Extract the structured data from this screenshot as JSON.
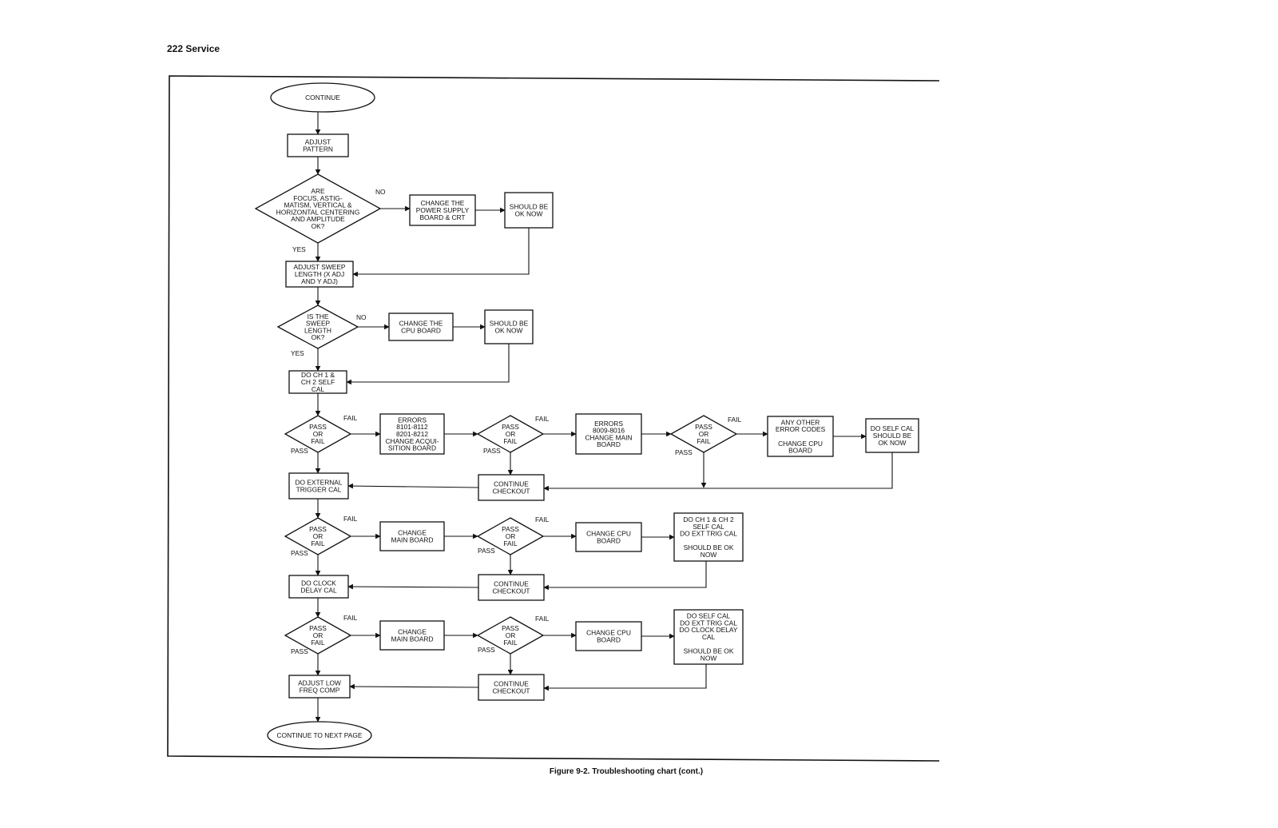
{
  "page": {
    "header": "222 Service",
    "caption": "Figure 9-2.  Troubleshooting chart (cont.)"
  },
  "diagram": {
    "nodes": [
      {
        "id": "continue",
        "shape": "ellipse",
        "lines": [
          "CONTINUE"
        ]
      },
      {
        "id": "adjust-pattern",
        "shape": "rect",
        "lines": [
          "ADJUST",
          "PATTERN"
        ]
      },
      {
        "id": "q-focus",
        "shape": "diamond",
        "lines": [
          "ARE",
          "FOCUS, ASTIG-",
          "MATISM, VERTICAL &",
          "HORIZONTAL CENTERING",
          "AND AMPLITUDE",
          "OK?"
        ]
      },
      {
        "id": "change-psu",
        "shape": "rect",
        "lines": [
          "CHANGE THE",
          "POWER SUPPLY",
          "BOARD & CRT"
        ]
      },
      {
        "id": "ok-1",
        "shape": "rect",
        "lines": [
          "SHOULD BE",
          "OK NOW"
        ]
      },
      {
        "id": "adjust-sweep",
        "shape": "rect",
        "lines": [
          "ADJUST SWEEP",
          "LENGTH (X ADJ",
          "AND Y ADJ)"
        ]
      },
      {
        "id": "q-sweep",
        "shape": "diamond",
        "lines": [
          "IS THE",
          "SWEEP",
          "LENGTH",
          "OK?"
        ]
      },
      {
        "id": "change-cpu-1",
        "shape": "rect",
        "lines": [
          "CHANGE THE",
          "CPU BOARD"
        ]
      },
      {
        "id": "ok-2",
        "shape": "rect",
        "lines": [
          "SHOULD BE",
          "OK NOW"
        ]
      },
      {
        "id": "self-cal",
        "shape": "rect",
        "lines": [
          "DO CH 1 &",
          "CH 2 SELF",
          "CAL"
        ]
      },
      {
        "id": "pf-1",
        "shape": "diamond",
        "lines": [
          "PASS",
          "OR",
          "FAIL"
        ]
      },
      {
        "id": "err-acq",
        "shape": "rect",
        "lines": [
          "ERRORS",
          "8101-8112",
          "8201-8212",
          "CHANGE ACQUI-",
          "SITION BOARD"
        ]
      },
      {
        "id": "pf-2",
        "shape": "diamond",
        "lines": [
          "PASS",
          "OR",
          "FAIL"
        ]
      },
      {
        "id": "err-main",
        "shape": "rect",
        "lines": [
          "ERRORS",
          "8009-8016",
          "CHANGE MAIN",
          "BOARD"
        ]
      },
      {
        "id": "pf-3",
        "shape": "diamond",
        "lines": [
          "PASS",
          "OR",
          "FAIL"
        ]
      },
      {
        "id": "err-other",
        "shape": "rect",
        "lines": [
          "ANY OTHER",
          "ERROR CODES",
          "",
          "CHANGE CPU",
          "BOARD"
        ]
      },
      {
        "id": "selfcal-ok",
        "shape": "rect",
        "lines": [
          "DO SELF CAL",
          "SHOULD BE",
          "OK NOW"
        ]
      },
      {
        "id": "cont-1",
        "shape": "rect",
        "lines": [
          "CONTINUE",
          "CHECKOUT"
        ]
      },
      {
        "id": "ext-trig",
        "shape": "rect",
        "lines": [
          "DO EXTERNAL",
          "TRIGGER CAL"
        ]
      },
      {
        "id": "pf-4",
        "shape": "diamond",
        "lines": [
          "PASS",
          "OR",
          "FAIL"
        ]
      },
      {
        "id": "main-1",
        "shape": "rect",
        "lines": [
          "CHANGE",
          "MAIN BOARD"
        ]
      },
      {
        "id": "pf-5",
        "shape": "diamond",
        "lines": [
          "PASS",
          "OR",
          "FAIL"
        ]
      },
      {
        "id": "cpu-2",
        "shape": "rect",
        "lines": [
          "CHANGE CPU",
          "BOARD"
        ]
      },
      {
        "id": "note-1",
        "shape": "rect",
        "lines": [
          "DO CH 1 & CH 2",
          "SELF CAL",
          "DO EXT TRIG CAL",
          "",
          "SHOULD BE OK",
          "NOW"
        ]
      },
      {
        "id": "cont-2",
        "shape": "rect",
        "lines": [
          "CONTINUE",
          "CHECKOUT"
        ]
      },
      {
        "id": "clock-cal",
        "shape": "rect",
        "lines": [
          "DO CLOCK",
          "DELAY CAL"
        ]
      },
      {
        "id": "pf-6",
        "shape": "diamond",
        "lines": [
          "PASS",
          "OR",
          "FAIL"
        ]
      },
      {
        "id": "main-2",
        "shape": "rect",
        "lines": [
          "CHANGE",
          "MAIN BOARD"
        ]
      },
      {
        "id": "pf-7",
        "shape": "diamond",
        "lines": [
          "PASS",
          "OR",
          "FAIL"
        ]
      },
      {
        "id": "cpu-3",
        "shape": "rect",
        "lines": [
          "CHANGE CPU",
          "BOARD"
        ]
      },
      {
        "id": "note-2",
        "shape": "rect",
        "lines": [
          "DO SELF CAL",
          "DO EXT TRIG CAL",
          "DO CLOCK DELAY",
          "CAL",
          "",
          "SHOULD BE OK",
          "NOW"
        ]
      },
      {
        "id": "cont-3",
        "shape": "rect",
        "lines": [
          "CONTINUE",
          "CHECKOUT"
        ]
      },
      {
        "id": "low-freq",
        "shape": "rect",
        "lines": [
          "ADJUST LOW",
          "FREQ COMP"
        ]
      },
      {
        "id": "next-page",
        "shape": "ellipse",
        "lines": [
          "CONTINUE TO NEXT PAGE"
        ]
      }
    ],
    "edges": [
      {
        "from": "continue",
        "to": "adjust-pattern",
        "label": ""
      },
      {
        "from": "adjust-pattern",
        "to": "q-focus",
        "label": ""
      },
      {
        "from": "q-focus",
        "to": "change-psu",
        "label": "NO"
      },
      {
        "from": "change-psu",
        "to": "ok-1",
        "label": ""
      },
      {
        "from": "q-focus",
        "to": "adjust-sweep",
        "label": "YES"
      },
      {
        "from": "ok-1",
        "to": "adjust-sweep",
        "label": ""
      },
      {
        "from": "adjust-sweep",
        "to": "q-sweep",
        "label": ""
      },
      {
        "from": "q-sweep",
        "to": "change-cpu-1",
        "label": "NO"
      },
      {
        "from": "change-cpu-1",
        "to": "ok-2",
        "label": ""
      },
      {
        "from": "q-sweep",
        "to": "self-cal",
        "label": "YES"
      },
      {
        "from": "ok-2",
        "to": "self-cal",
        "label": ""
      },
      {
        "from": "self-cal",
        "to": "pf-1",
        "label": ""
      },
      {
        "from": "pf-1",
        "to": "err-acq",
        "label": "FAIL"
      },
      {
        "from": "err-acq",
        "to": "pf-2",
        "label": ""
      },
      {
        "from": "pf-2",
        "to": "err-main",
        "label": "FAIL"
      },
      {
        "from": "err-main",
        "to": "pf-3",
        "label": ""
      },
      {
        "from": "pf-3",
        "to": "err-other",
        "label": "FAIL"
      },
      {
        "from": "err-other",
        "to": "selfcal-ok",
        "label": ""
      },
      {
        "from": "pf-1",
        "to": "ext-trig",
        "label": "PASS"
      },
      {
        "from": "pf-2",
        "to": "cont-1",
        "label": "PASS"
      },
      {
        "from": "pf-3",
        "to": "cont-1",
        "label": "PASS"
      },
      {
        "from": "selfcal-ok",
        "to": "cont-1",
        "label": ""
      },
      {
        "from": "cont-1",
        "to": "ext-trig",
        "label": ""
      },
      {
        "from": "ext-trig",
        "to": "pf-4",
        "label": ""
      },
      {
        "from": "pf-4",
        "to": "main-1",
        "label": "FAIL"
      },
      {
        "from": "main-1",
        "to": "pf-5",
        "label": ""
      },
      {
        "from": "pf-5",
        "to": "cpu-2",
        "label": "FAIL"
      },
      {
        "from": "cpu-2",
        "to": "note-1",
        "label": ""
      },
      {
        "from": "pf-4",
        "to": "clock-cal",
        "label": "PASS"
      },
      {
        "from": "pf-5",
        "to": "cont-2",
        "label": "PASS"
      },
      {
        "from": "note-1",
        "to": "cont-2",
        "label": ""
      },
      {
        "from": "cont-2",
        "to": "clock-cal",
        "label": ""
      },
      {
        "from": "clock-cal",
        "to": "pf-6",
        "label": ""
      },
      {
        "from": "pf-6",
        "to": "main-2",
        "label": "FAIL"
      },
      {
        "from": "main-2",
        "to": "pf-7",
        "label": ""
      },
      {
        "from": "pf-7",
        "to": "cpu-3",
        "label": "FAIL"
      },
      {
        "from": "cpu-3",
        "to": "note-2",
        "label": ""
      },
      {
        "from": "pf-6",
        "to": "low-freq",
        "label": "PASS"
      },
      {
        "from": "pf-7",
        "to": "cont-3",
        "label": "PASS"
      },
      {
        "from": "note-2",
        "to": "cont-3",
        "label": ""
      },
      {
        "from": "cont-3",
        "to": "low-freq",
        "label": ""
      },
      {
        "from": "low-freq",
        "to": "next-page",
        "label": ""
      }
    ]
  }
}
